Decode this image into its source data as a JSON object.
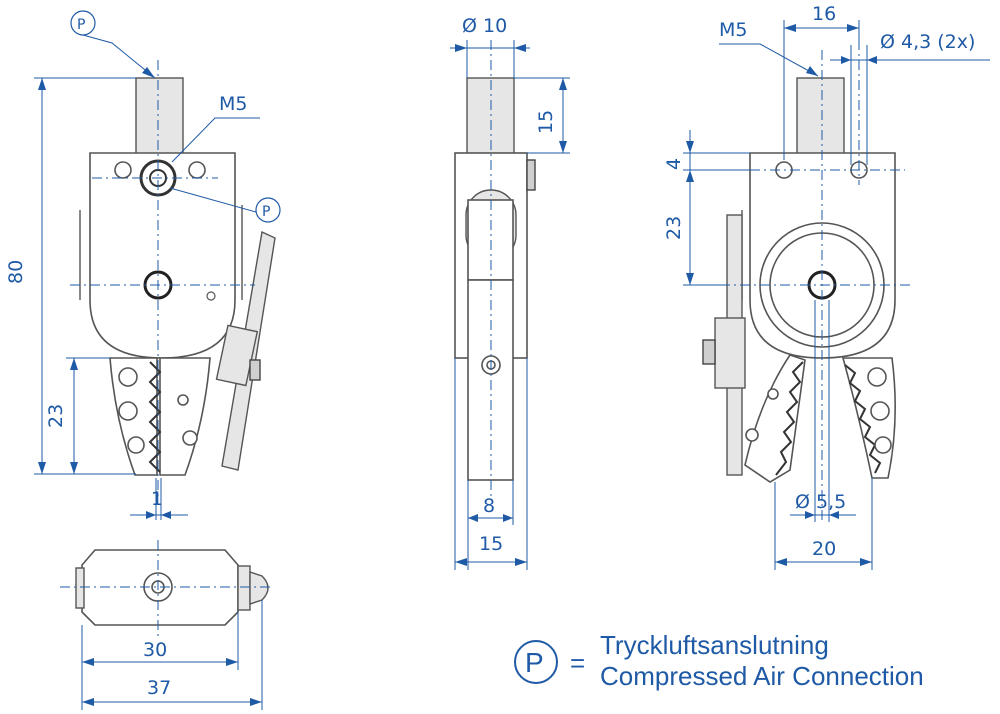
{
  "callouts": {
    "p_symbol": "P",
    "m5_front": "M5",
    "m5_right": "M5",
    "dia_shank": "Ø 10",
    "dia_holes": "Ø 4,3 (2x)",
    "dia_bore": "Ø 5,5"
  },
  "dimensions": {
    "front_height": "80",
    "front_jaw_height": "23",
    "front_gap": "1",
    "top_inner": "30",
    "top_outer": "37",
    "side_shank_len": "15",
    "side_jaw_width": "8",
    "side_width": "15",
    "right_hole_spacing": "16",
    "right_top_offset": "4",
    "right_pivot_offset": "23",
    "right_bore_width": "20"
  },
  "legend": {
    "symbol": "P",
    "equals": "=",
    "line1": "Tryckluftsanslutning",
    "line2": "Compressed Air Connection"
  },
  "colors": {
    "dimension_blue": "#1f5aa6",
    "outline": "#555555"
  }
}
